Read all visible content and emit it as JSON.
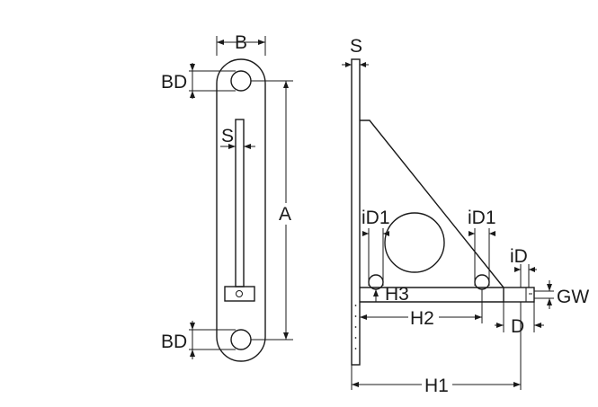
{
  "diagram": {
    "front_view": {
      "labels": {
        "width": "B",
        "bore_top": "BD",
        "bore_bottom": "BD",
        "thickness": "S",
        "length": "A"
      }
    },
    "side_view": {
      "labels": {
        "thickness": "S",
        "hole_left": "iD1",
        "hole_right": "iD1",
        "pin_bore": "iD",
        "height_small": "H3",
        "height_mid": "H2",
        "height_total": "H1",
        "slot": "GW",
        "pin_depth": "D"
      }
    },
    "colors": {
      "line": "#1a1a1a",
      "background": "#ffffff"
    }
  }
}
